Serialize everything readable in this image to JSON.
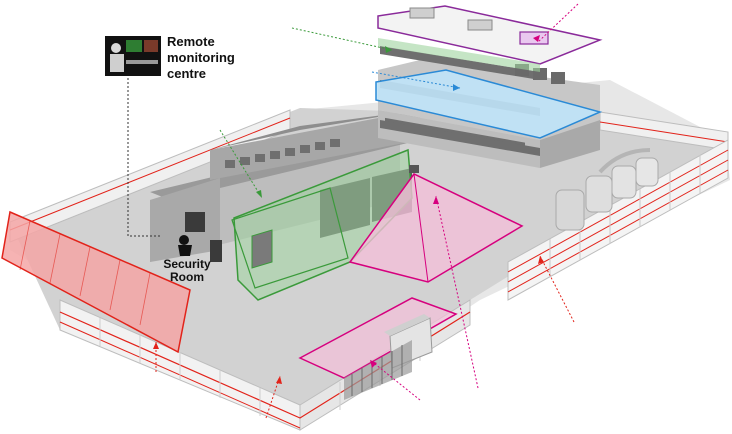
{
  "labels": {
    "remote_line1": "Remote",
    "remote_line2": "monitoring",
    "remote_line3": "centre",
    "security_line1": "Security",
    "security_line2": "Room"
  },
  "colors": {
    "perimeter_red": "#e2231a",
    "perimeter_fill": "#f4a6a6",
    "pir_magenta": "#d6007e",
    "pir_fill": "#f3bfd8",
    "door_green": "#3a9a3a",
    "door_fill": "#9fd39f",
    "roof_purple": "#8a2a9a",
    "floor_blue": "#2a8ad6",
    "floor_fill": "#bfe3f8",
    "ground_grey": "#cfcfcf",
    "wall_grey": "#bdbdbd",
    "dark_grey": "#7a7a7a"
  }
}
